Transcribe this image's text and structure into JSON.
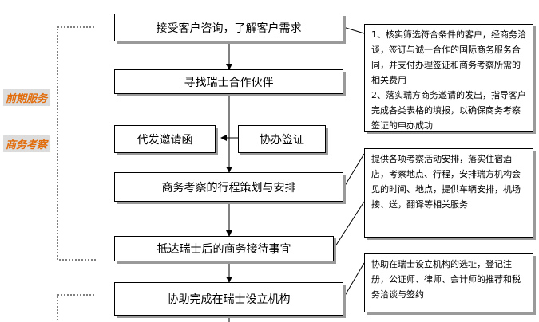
{
  "side_labels": {
    "pre_service": "前期服务",
    "business_inspection": "商务考察"
  },
  "steps": {
    "step1": "接受客户咨询，了解客户需求",
    "step2": "寻找瑞士合作伙伴",
    "step3a": "代发邀请函",
    "step3b": "协办签证",
    "step4": "商务考察的行程策划与安排",
    "step5": "抵达瑞士后的商务接待事宜",
    "step6": "协助完成在瑞士设立机构"
  },
  "notes": {
    "note1": "1、核实筛选符合条件的客户，经商务洽谈，签订与诚一合作的国际商务服务合同，并支付办理签证和商务考察所需的相关费用\n2、落实瑞方商务邀请的发出，指导客户完成各类表格的填报，以确保商务考察签证的申办成功",
    "note2": "提供各项考察活动安排，落实住宿酒店，考察地点、行程，安排瑞方机构会见的时间、地点，提供车辆安排，机场接、送，翻译等相关服务",
    "note3": "协助在瑞士设立机构的选址，登记注册，公证师、律师、会计师的推荐和税务洽谈与签约"
  },
  "colors": {
    "side_label_text": "#e26b0a",
    "side_label_bg": "#dcdcdc",
    "box_shadow": "#9a9a9a"
  }
}
